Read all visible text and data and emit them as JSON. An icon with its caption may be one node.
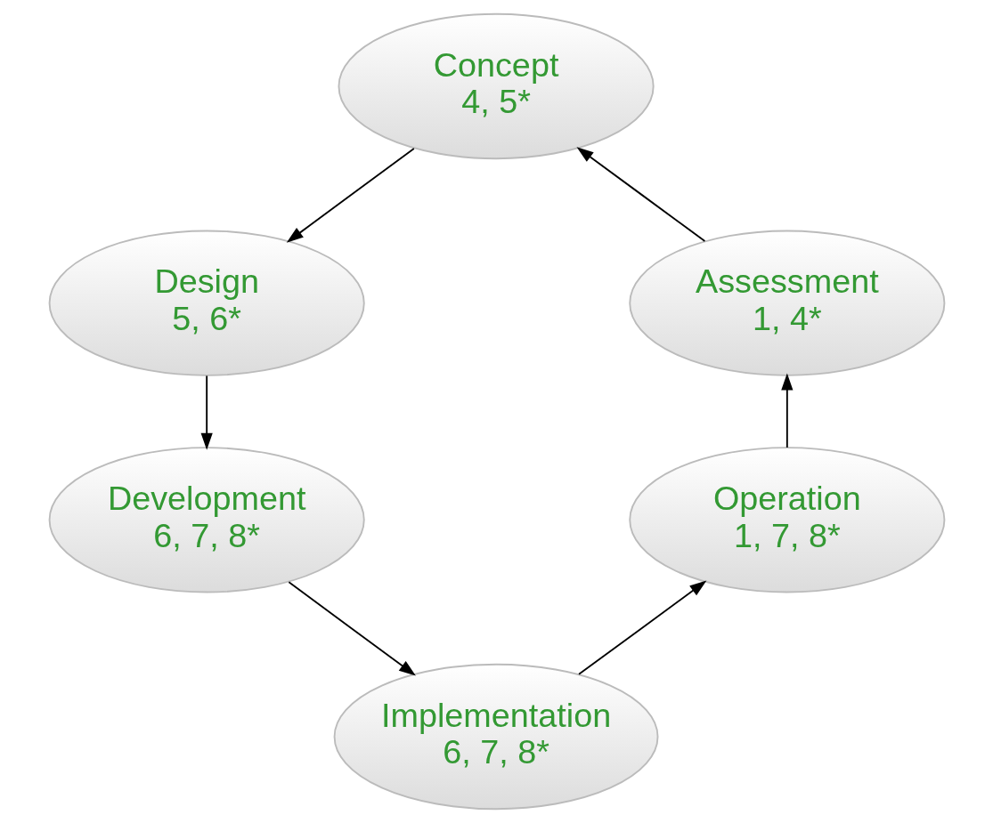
{
  "diagram": {
    "nodes": [
      {
        "text": [
          "Concept",
          "4, 5*"
        ]
      },
      {
        "text": [
          "Design",
          "5, 6*"
        ]
      },
      {
        "text": [
          "Development",
          "6, 7, 8*"
        ]
      },
      {
        "text": [
          "Implementation",
          "6, 7, 8*"
        ]
      },
      {
        "text": [
          "Operation",
          "1, 7, 8*"
        ]
      },
      {
        "text": [
          "Assessment",
          "1, 4*"
        ]
      }
    ],
    "edges": [
      {
        "from": 0,
        "to": 1,
        "arrow": "to"
      },
      {
        "from": 1,
        "to": 2,
        "arrow": "to"
      },
      {
        "from": 2,
        "to": 3,
        "arrow": "to"
      },
      {
        "from": 3,
        "to": 4,
        "arrow": "to"
      },
      {
        "from": 4,
        "to": 5,
        "arrow": "to"
      },
      {
        "from": 5,
        "to": 0,
        "arrow": "to"
      }
    ]
  }
}
